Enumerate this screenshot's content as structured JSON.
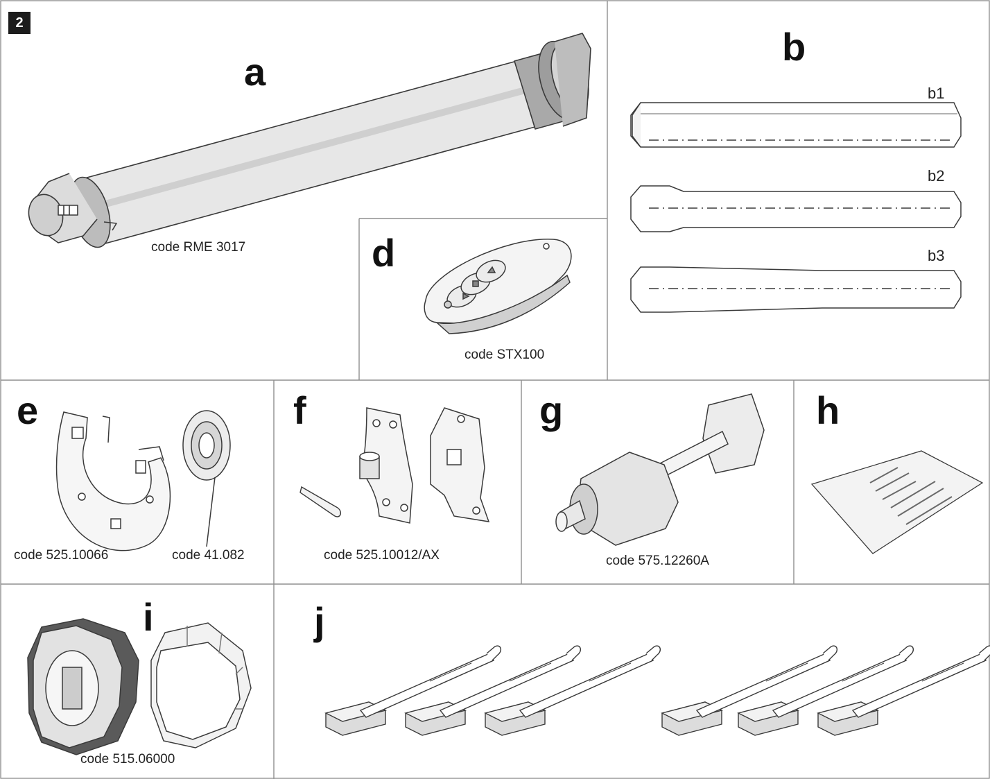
{
  "figure_number": "2",
  "panels": {
    "a": {
      "letter": "a",
      "code": "code RME 3017"
    },
    "b": {
      "letter": "b",
      "variants": [
        "b1",
        "b2",
        "b3"
      ]
    },
    "d": {
      "letter": "d",
      "code": "code STX100"
    },
    "e": {
      "letter": "e",
      "codes": [
        "code 525.10066",
        "code 41.082"
      ]
    },
    "f": {
      "letter": "f",
      "code": "code 525.10012/AX"
    },
    "g": {
      "letter": "g",
      "code": "code 575.12260A"
    },
    "h": {
      "letter": "h"
    },
    "i": {
      "letter": "i",
      "code": "code 515.06000"
    },
    "j": {
      "letter": "j"
    }
  },
  "icons": {
    "a": "tubular-motor-icon",
    "b": "octagonal-shaft-icon",
    "d": "remote-control-icon",
    "e": [
      "support-bracket-icon",
      "ring-washer-icon"
    ],
    "f": [
      "split-pin-icon",
      "wall-bracket-icon",
      "square-plate-bracket-icon"
    ],
    "g": "end-cap-adapter-icon",
    "h": "screw-bag-icon",
    "i": [
      "drive-wheel-icon",
      "crown-adapter-icon"
    ],
    "j": "strap-hanger-icon"
  },
  "colors": {
    "line": "#3a3a3a",
    "frame": "#9a9a9a",
    "fill_light": "#e9e9e9",
    "fill_mid": "#bdbdbd",
    "fill_dark": "#5a5a5a"
  }
}
